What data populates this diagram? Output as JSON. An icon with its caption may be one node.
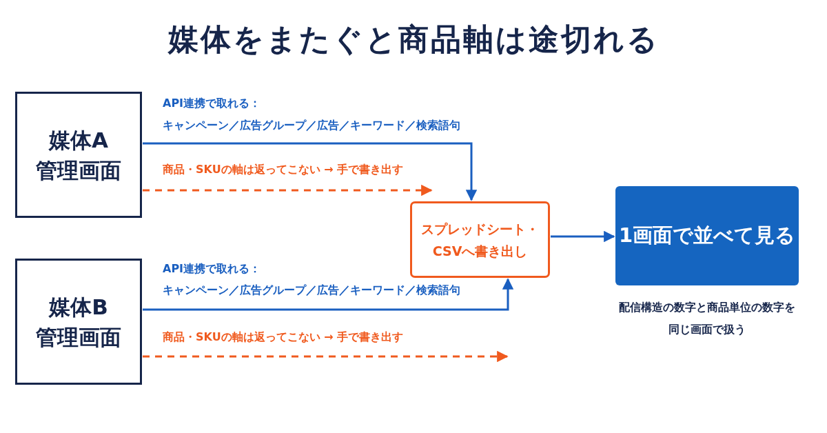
{
  "diagram": {
    "title": "媒体をまたぐと商品軸は途切れる",
    "nodes": [
      {
        "text": [
          "媒体A",
          "管理画面"
        ]
      },
      {
        "text": [
          "媒体B",
          "管理画面"
        ]
      },
      {
        "text": [
          "スプレッドシート・CSVへ書き出し"
        ]
      },
      {
        "text": [
          "1画面で並べて見る"
        ],
        "beside": [
          "配信構造の数字と商品単位の数字を同じ画面で扱う"
        ]
      }
    ],
    "edges": [
      {
        "from": 0,
        "to": 2,
        "arrow": "to",
        "label": "API連携で取れる："
      },
      {
        "from": 0,
        "to": 2,
        "arrow": "to",
        "label": "商品・SKUの軸は返ってこない → 手で書き出す",
        "style": "dashed",
        "color": "#f05a1e"
      },
      {
        "from": 1,
        "to": 2,
        "arrow": "to",
        "label": "API連携で取れる："
      },
      {
        "from": 1,
        "to": null,
        "arrow": "to",
        "label": "商品・SKUの軸は返ってこない → 手で書き出す",
        "style": "dashed",
        "color": "#f05a1e"
      },
      {
        "from": 2,
        "to": 3,
        "arrow": "to"
      }
    ],
    "labels": [
      "キャンペーン／広告グループ／広告／キーワード／検索語句",
      "キャンペーン／広告グループ／広告／キーワード／検索語句"
    ]
  }
}
